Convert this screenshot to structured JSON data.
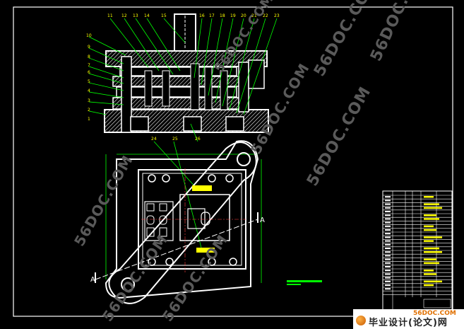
{
  "drawing": {
    "part_numbers_top": [
      "11",
      "12",
      "13",
      "14",
      "15",
      "16",
      "17",
      "18",
      "19",
      "20",
      "21",
      "22",
      "23"
    ],
    "part_numbers_left": [
      "10",
      "9",
      "8",
      "7",
      "6",
      "5",
      "4",
      "3",
      "2",
      "1"
    ],
    "plan_labels": [
      "24",
      "25",
      "26"
    ],
    "section_mark_left": "A",
    "section_mark_right": "A",
    "colors": {
      "outline": "#ffffff",
      "leader": "#00ff00",
      "label": "#ffff00",
      "hatch": "#ffffff",
      "dim": "#00ff00"
    }
  },
  "watermarks": [
    "56DOC.COM",
    "56DOC.COM",
    "56DOC.COM",
    "56DOC.COM",
    "56DOC.COM",
    "56DOC.COM",
    "56DOC.COM",
    "56DOC.COM"
  ],
  "footer": {
    "site": "56DOC.COM",
    "brand": "毕业设计(论文)网"
  }
}
